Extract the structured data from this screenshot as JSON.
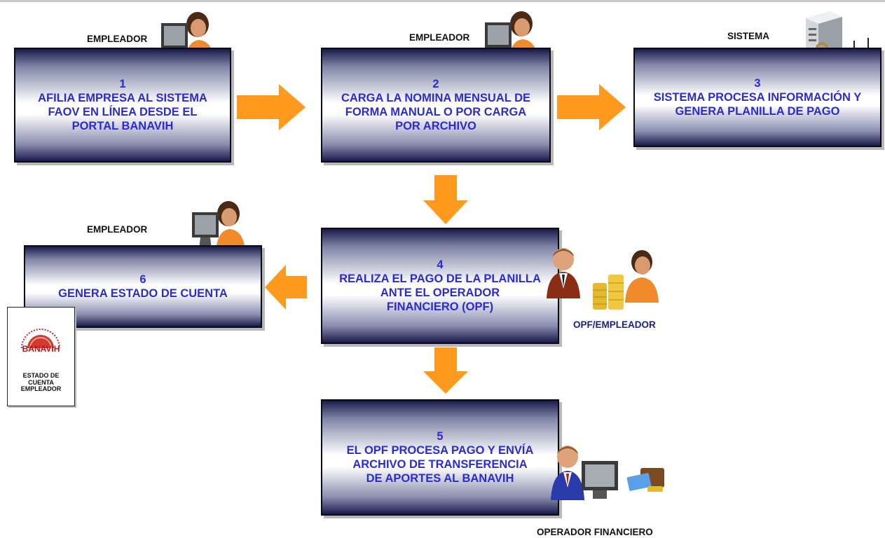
{
  "steps": [
    {
      "number": "1",
      "text": "AFILIA EMPRESA AL SISTEMA\nFAOV EN LÍNEA  DESDE EL\nPORTAL BANAVIH",
      "role": "EMPLEADOR"
    },
    {
      "number": "2",
      "text": "CARGA LA NOMINA MENSUAL DE\nFORMA MANUAL O POR CARGA\nPOR ARCHIVO",
      "role": "EMPLEADOR"
    },
    {
      "number": "3",
      "text": "SISTEMA PROCESA INFORMACIÓN Y\nGENERA PLANILLA DE PAGO",
      "role": "SISTEMA"
    },
    {
      "number": "4",
      "text": "REALIZA EL PAGO DE LA PLANILLA\nANTE EL OPERADOR\nFINANCIERO (OPF)",
      "role": "OPF/EMPLEADOR"
    },
    {
      "number": "5",
      "text": "EL OPF PROCESA PAGO Y ENVÍA\nARCHIVO DE TRANSFERENCIA\nDE APORTES AL BANAVIH",
      "role": "OPERADOR FINANCIERO"
    },
    {
      "number": "6",
      "text": "GENERA ESTADO DE CUENTA",
      "role": "EMPLEADOR"
    }
  ],
  "document": {
    "brand": "BANAVIH",
    "caption": "ESTADO DE\nCUENTA\nEMPLEADOR"
  },
  "colors": {
    "arrow": "#ff9a1e",
    "step_text": "#2b2bd0",
    "box_dark": "#1a1a4a"
  },
  "icons": [
    "employee-at-computer-icon",
    "server-router-icon",
    "banker-icon",
    "coin-stack-icon",
    "payment-card-wallet-icon",
    "banavih-logo-icon"
  ]
}
